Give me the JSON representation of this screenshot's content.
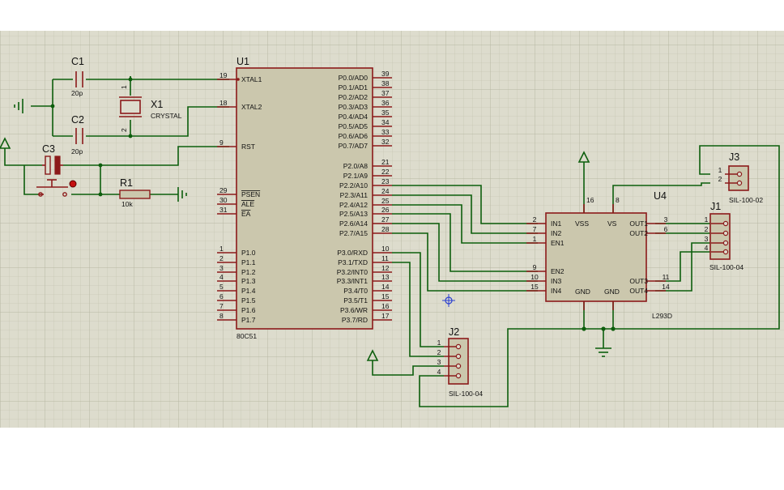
{
  "colors": {
    "grid_bg": "#dddccd",
    "grid_line": "#c4c3b0",
    "wire": "#0d5e0d",
    "component_outline": "#8b1a1a",
    "component_fill": "#cbc7ad"
  },
  "u1": {
    "ref": "U1",
    "part": "80C51",
    "left_pins": [
      {
        "n": "19",
        "l": "XTAL1"
      },
      {
        "n": "18",
        "l": "XTAL2"
      },
      {
        "n": "9",
        "l": "RST"
      },
      {
        "n": "29",
        "l": "PSEN"
      },
      {
        "n": "30",
        "l": "ALE"
      },
      {
        "n": "31",
        "l": "EA"
      },
      {
        "n": "1",
        "l": "P1.0"
      },
      {
        "n": "2",
        "l": "P1.1"
      },
      {
        "n": "3",
        "l": "P1.2"
      },
      {
        "n": "4",
        "l": "P1.3"
      },
      {
        "n": "5",
        "l": "P1.4"
      },
      {
        "n": "6",
        "l": "P1.5"
      },
      {
        "n": "7",
        "l": "P1.6"
      },
      {
        "n": "8",
        "l": "P1.7"
      }
    ],
    "right_pins": [
      {
        "n": "39",
        "l": "P0.0/AD0"
      },
      {
        "n": "38",
        "l": "P0.1/AD1"
      },
      {
        "n": "37",
        "l": "P0.2/AD2"
      },
      {
        "n": "36",
        "l": "P0.3/AD3"
      },
      {
        "n": "35",
        "l": "P0.4/AD4"
      },
      {
        "n": "34",
        "l": "P0.5/AD5"
      },
      {
        "n": "33",
        "l": "P0.6/AD6"
      },
      {
        "n": "32",
        "l": "P0.7/AD7"
      },
      {
        "n": "21",
        "l": "P2.0/A8"
      },
      {
        "n": "22",
        "l": "P2.1/A9"
      },
      {
        "n": "23",
        "l": "P2.2/A10"
      },
      {
        "n": "24",
        "l": "P2.3/A11"
      },
      {
        "n": "25",
        "l": "P2.4/A12"
      },
      {
        "n": "26",
        "l": "P2.5/A13"
      },
      {
        "n": "27",
        "l": "P2.6/A14"
      },
      {
        "n": "28",
        "l": "P2.7/A15"
      },
      {
        "n": "10",
        "l": "P3.0/RXD"
      },
      {
        "n": "11",
        "l": "P3.1/TXD"
      },
      {
        "n": "12",
        "l": "P3.2/INT0"
      },
      {
        "n": "13",
        "l": "P3.3/INT1"
      },
      {
        "n": "14",
        "l": "P3.4/T0"
      },
      {
        "n": "15",
        "l": "P3.5/T1"
      },
      {
        "n": "16",
        "l": "P3.6/WR"
      },
      {
        "n": "17",
        "l": "P3.7/RD"
      }
    ]
  },
  "u4": {
    "ref": "U4",
    "part": "L293D",
    "left_pins": [
      {
        "n": "2",
        "l": "IN1"
      },
      {
        "n": "7",
        "l": "IN2"
      },
      {
        "n": "1",
        "l": "EN1"
      },
      {
        "n": "9",
        "l": "EN2"
      },
      {
        "n": "10",
        "l": "IN3"
      },
      {
        "n": "15",
        "l": "IN4"
      }
    ],
    "right_pins": [
      {
        "n": "3",
        "l": "OUT1"
      },
      {
        "n": "6",
        "l": "OUT2"
      },
      {
        "n": "11",
        "l": "OUT3"
      },
      {
        "n": "14",
        "l": "OUT4"
      }
    ],
    "top_pins": [
      {
        "n": "16",
        "l": "VSS"
      },
      {
        "n": "8",
        "l": "VS"
      }
    ],
    "bottom_labels": [
      "GND",
      "GND"
    ]
  },
  "c1": {
    "ref": "C1",
    "value": "20p"
  },
  "c2": {
    "ref": "C2",
    "value": "20p"
  },
  "c3": {
    "ref": "C3"
  },
  "x1": {
    "ref": "X1",
    "value": "CRYSTAL",
    "pin1": "1",
    "pin2": "2"
  },
  "r1": {
    "ref": "R1",
    "value": "10k"
  },
  "j1": {
    "ref": "J1",
    "part": "SIL-100-04",
    "pins": [
      "1",
      "2",
      "3",
      "4"
    ]
  },
  "j2": {
    "ref": "J2",
    "part": "SIL-100-04",
    "pins": [
      "1",
      "2",
      "3",
      "4"
    ]
  },
  "j3": {
    "ref": "J3",
    "part": "SIL-100-02",
    "pins": [
      "1",
      "2"
    ]
  }
}
